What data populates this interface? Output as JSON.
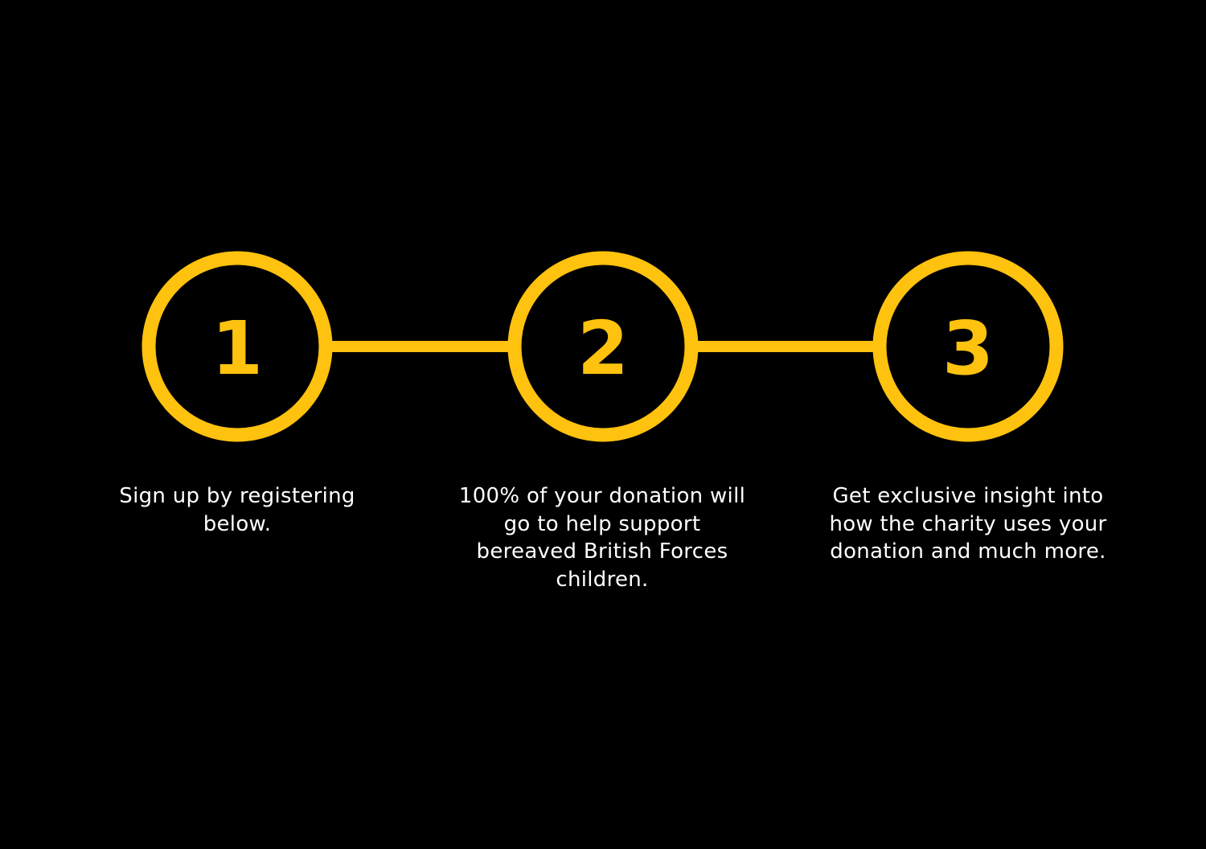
{
  "colors": {
    "background": "#000000",
    "accent": "#FFC20E",
    "text": "#FFFFFF"
  },
  "steps": [
    {
      "number": "1",
      "text": "Sign up by registering below."
    },
    {
      "number": "2",
      "text": "100% of your donation will go to help support bereaved British Forces children."
    },
    {
      "number": "3",
      "text": "Get exclusive insight into how the charity uses your donation and much more."
    }
  ]
}
